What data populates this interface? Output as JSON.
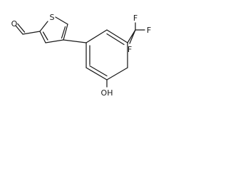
{
  "molecule": {
    "atoms": {
      "sulfur": "S",
      "aldehyde_oxygen": "O",
      "fluorine_top": "F",
      "fluorine_right": "F",
      "fluorine_mid": "F",
      "hydroxyl": "OH"
    },
    "colors": {
      "ink": "#1a1a1a",
      "background": "#ffffff"
    }
  }
}
